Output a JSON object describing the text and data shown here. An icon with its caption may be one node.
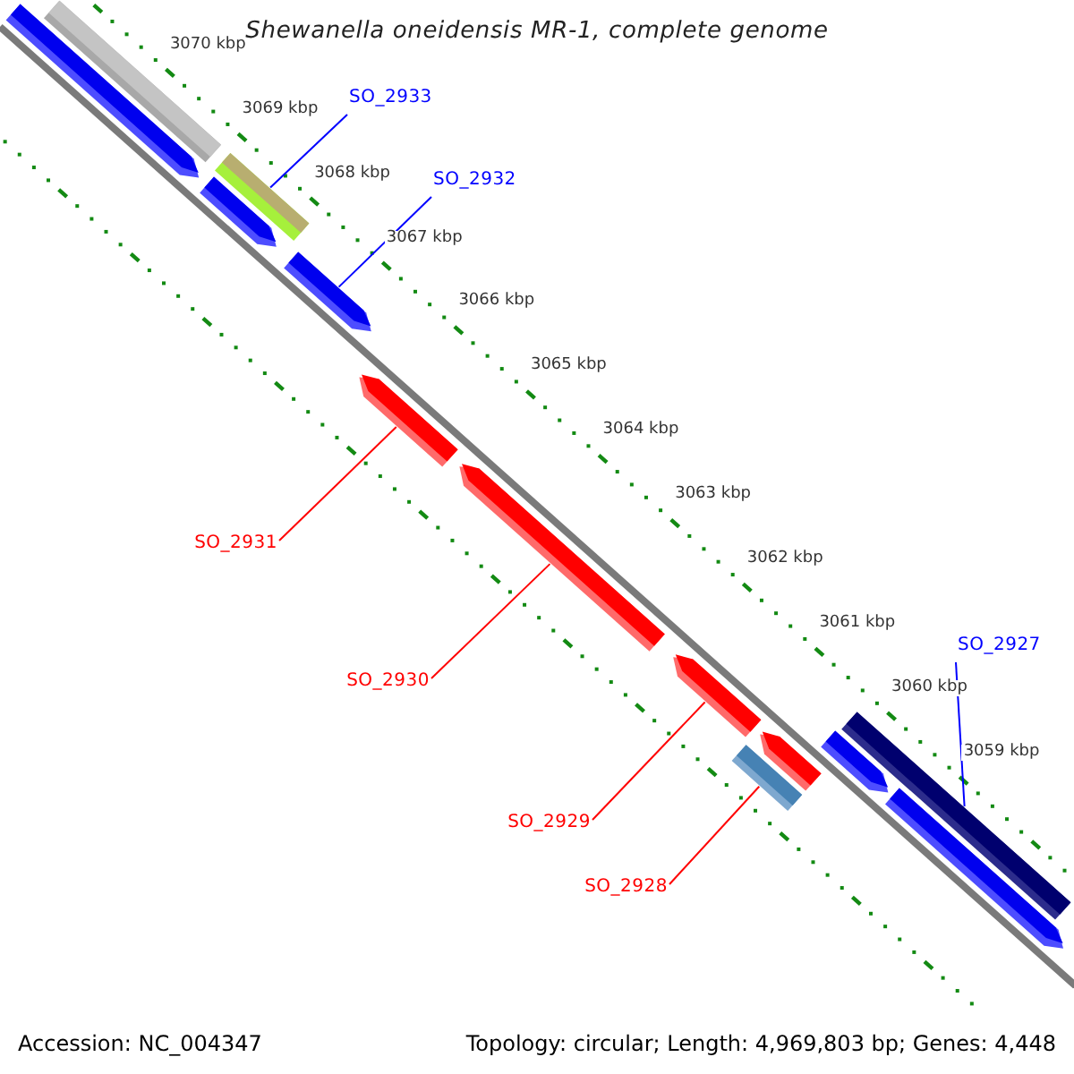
{
  "diagram": {
    "title": "Shewanella oneidensis MR-1, complete genome",
    "nodes": [
      {
        "text": [
          "SO_2933"
        ]
      },
      {
        "text": [
          "SO_2932"
        ]
      },
      {
        "text": [
          "SO_2931"
        ]
      },
      {
        "text": [
          "SO_2927"
        ]
      },
      {
        "text": [
          "SO_2930"
        ]
      },
      {
        "text": [
          "SO_2929"
        ]
      },
      {
        "text": [
          "SO_2928"
        ]
      },
      {
        "text": [],
        "shape": "bar"
      },
      {
        "text": [],
        "shape": "bar"
      },
      {
        "text": [],
        "shape": "bar"
      },
      {
        "text": [],
        "shape": "bar"
      },
      {
        "text": [],
        "shape": "bar"
      },
      {
        "text": [],
        "shape": "bar"
      },
      {
        "text": [],
        "shape": "bar"
      },
      {
        "text": [],
        "shape": "bar"
      },
      {
        "text": [],
        "shape": "bar"
      },
      {
        "text": [],
        "shape": "bar"
      },
      {
        "text": [],
        "shape": "bar"
      },
      {
        "text": [],
        "shape": "bar"
      },
      {
        "text": [],
        "shape": "bar"
      }
    ],
    "edges": [
      {
        "from": 0,
        "to": 10,
        "arrow": "none",
        "color": "#0000ff"
      },
      {
        "from": 1,
        "to": 11,
        "arrow": "none",
        "color": "#0000ff"
      },
      {
        "from": 2,
        "to": 12,
        "arrow": "none"
      },
      {
        "from": 3,
        "to": 18,
        "arrow": "none",
        "color": "#0000ff"
      },
      {
        "from": 4,
        "to": 13,
        "arrow": "none"
      },
      {
        "from": 5,
        "to": 14,
        "arrow": "none"
      },
      {
        "from": 6,
        "to": 16,
        "arrow": "none"
      }
    ],
    "labels": [
      "3070 kbp",
      "3069 kbp",
      "3068 kbp",
      "3067 kbp",
      "3066 kbp",
      "3065 kbp",
      "3064 kbp",
      "3063 kbp",
      "3062 kbp",
      "3061 kbp",
      "3060 kbp",
      "3059 kbp",
      "Accession: NC_004347",
      "Topology: circular; Length: 4,969,803 bp; Genes: 4,448"
    ]
  }
}
